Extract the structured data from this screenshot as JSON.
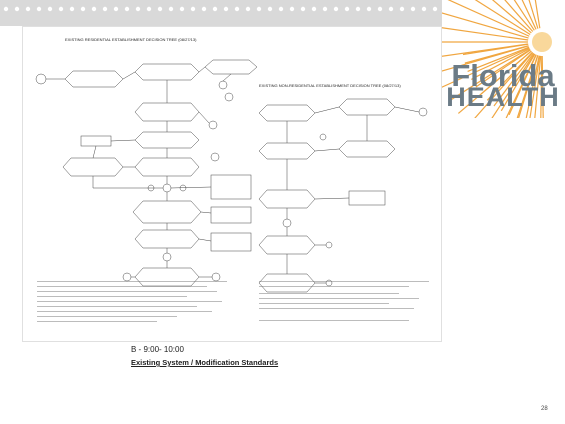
{
  "slide": {
    "page_number": "28",
    "time_text": "B - 9:00- 10:00",
    "subtitle": "Existing System / Modification Standards"
  },
  "logo": {
    "line1": "Florida",
    "line2": "HEALTH"
  },
  "document": {
    "left_title": "EXISTING RESIDENTIAL ESTABLISHMENT DECISION TREE (08/27/13)",
    "right_title": "EXISTING NON-RESIDENTIAL ESTABLISHMENT DECISION TREE (08/27/13)"
  },
  "colors": {
    "band": "#d9d9d9",
    "logo_text": "#6b7b86",
    "logo_sun": "#f0a640"
  },
  "icons": [
    "sunburst-logo-icon"
  ]
}
